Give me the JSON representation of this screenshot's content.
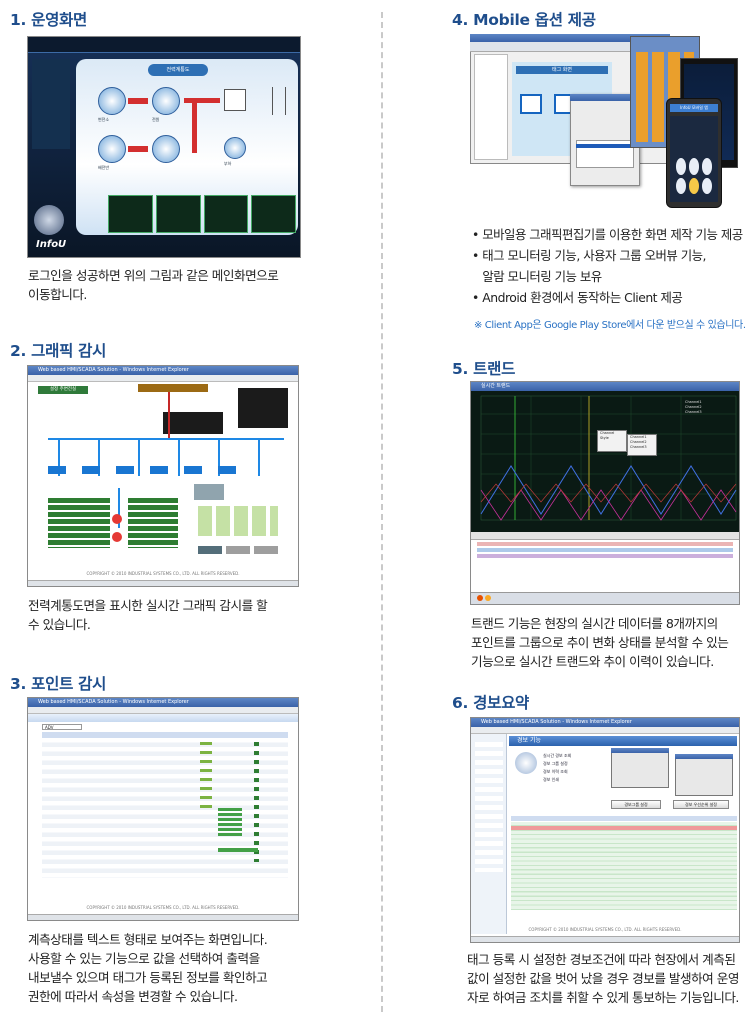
{
  "sections": {
    "s1": {
      "title": "1. 운영화면",
      "desc_lines": [
        "로그인을 성공하면 위의 그림과 같은 메인화면으로",
        "이동합니다."
      ]
    },
    "s2": {
      "title": "2. 그래픽 감시",
      "desc_lines": [
        "전력계통도면을 표시한 실시간 그래픽 감시를 할",
        "수 있습니다."
      ]
    },
    "s3": {
      "title": "3. 포인트 감시",
      "desc_lines": [
        "계측상태를 텍스트 형태로 보여주는 화면입니다.",
        "사용할 수 있는 기능으로 값을 선택하여 출력을",
        "내보낼수 있으며 태그가 등록된 정보를 확인하고",
        "권한에 따라서 속성을 변경할 수 있습니다."
      ]
    },
    "s4": {
      "title": "4. Mobile 옵션 제공",
      "bullets": [
        "• 모바일용 그래픽편집기를 이용한 화면 제작 기능 제공",
        "• 태그 모니터링 기능, 사용자 그룹 오버뷰 기능,",
        "   알람 모니터링 기능 보유",
        "• Android 환경에서 동작하는 Client 제공"
      ],
      "note": "※ Client App은 Google Play Store에서 다운 받으실 수 있습니다."
    },
    "s5": {
      "title": "5. 트랜드",
      "desc_lines": [
        "트랜드 기능은 현장의 실시간 데이터를 8개까지의",
        "포인트를 그룹으로 추이 변화 상태를 분석할 수 있는",
        "기능으로 실시간 트랜드와 추이 이력이 있습니다."
      ]
    },
    "s6": {
      "title": "6. 경보요약",
      "desc_lines": [
        "태그 등록 시 설정한 경보조건에 따라 현장에서 계측된",
        "값이 설정한 값을 벗어 났을 경우 경보를 발생하여 운영",
        "자로 하여금 조치를 취할 수 있게 통보하는 기능입니다."
      ]
    }
  },
  "shots": {
    "s1": {
      "panel_title": "전력계통도",
      "logo": "InfoU",
      "labels": [
        "변전소",
        "배전반",
        "전원",
        "부하"
      ]
    },
    "s2": {
      "window_title": "Web based HMI/SCADA Solution - Windows Internet Explorer",
      "title_bar": "설정 주변전실",
      "copyright": "COPYRIGHT © 2010 INDUSTRIAL SYSTEMS CO., LTD. ALL RIGHTS RESERVED."
    },
    "s3": {
      "window_title": "Web based HMI/SCADA Solution - Windows Internet Explorer",
      "filter": "ADV",
      "copyright": "COPYRIGHT © 2010 INDUSTRIAL SYSTEMS CO., LTD. ALL RIGHTS RESERVED."
    },
    "s4": {
      "window_title": "태그 화면",
      "app_title": "InfoU 모바일 앱"
    },
    "s5": {
      "window_title": "실시간 트랜드",
      "legend": [
        "Channel1",
        "Channel2",
        "Channel3"
      ],
      "menu": [
        "Channel",
        "Style",
        "Channel1",
        "Channel2",
        "Channel3"
      ]
    },
    "s6": {
      "window_title": "Web based HMI/SCADA Solution - Windows Internet Explorer",
      "header": "경보 기능",
      "options": [
        "실시간 경보 조회",
        "경보 그룹 설정",
        "경보 이력 조회",
        "경보 인쇄"
      ],
      "buttons": [
        "경보그룹 설정",
        "경보 우선순위 설정"
      ],
      "copyright": "COPYRIGHT © 2010 INDUSTRIAL SYSTEMS CO., LTD. ALL RIGHTS RESERVED."
    }
  },
  "colors": {
    "title": "#1f4e8c",
    "note": "#2a72c4",
    "screen_dark": "#0d1d33",
    "graph_bg": "#0a1a14",
    "alarm_red": "#e53935"
  }
}
